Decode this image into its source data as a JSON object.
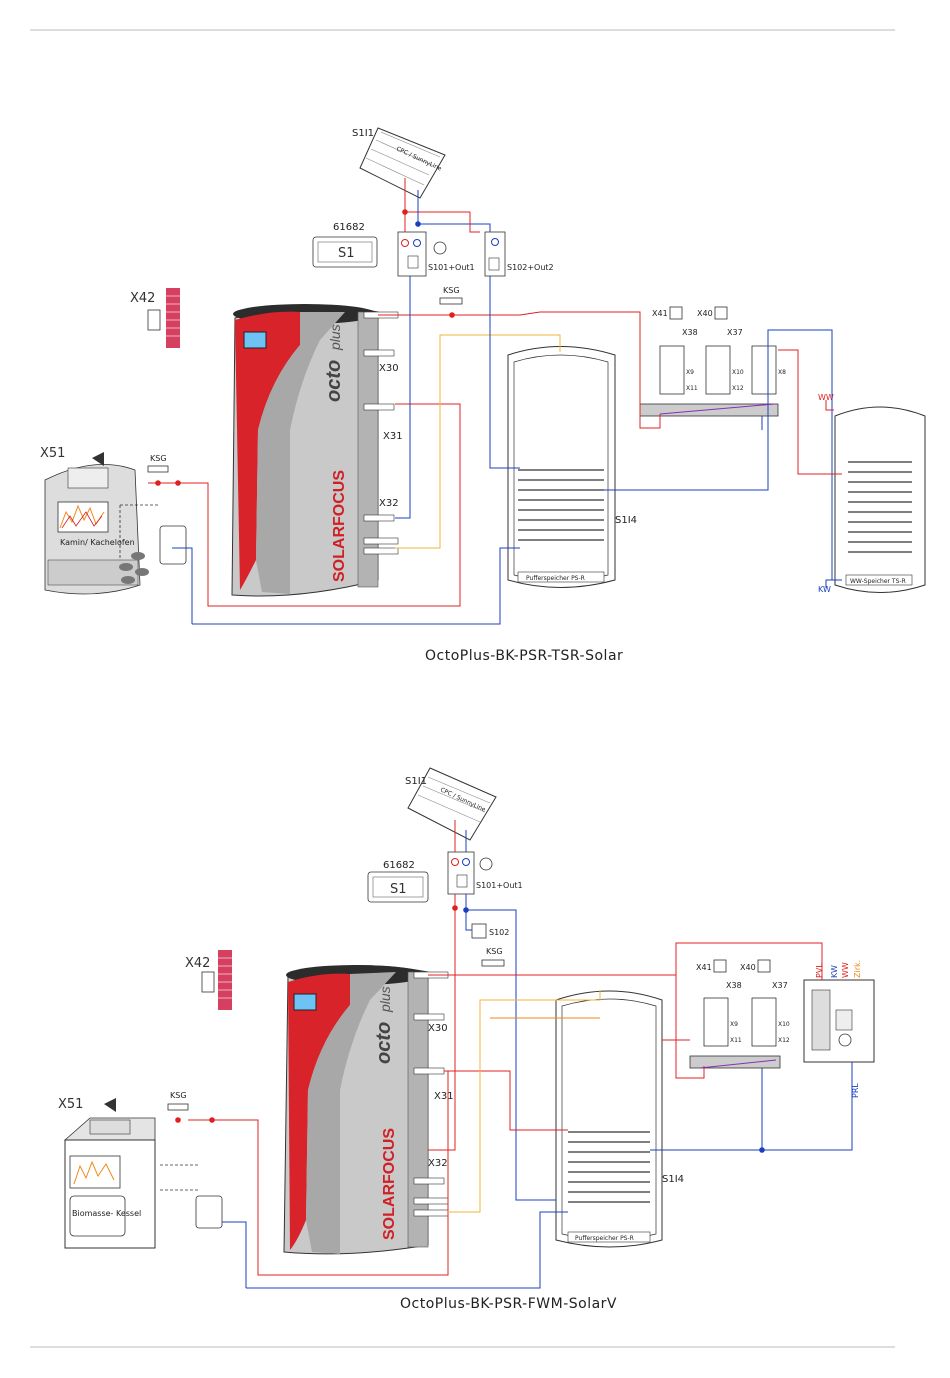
{
  "diagram1": {
    "caption": "OctoPlus-BK-PSR-TSR-Solar",
    "collector_label": "S1I1",
    "collector_text": "CPC / SunnyLine",
    "controller_code": "61682",
    "controller_label": "S1",
    "station1_label": "S101+Out1",
    "station2_label": "S102+Out2",
    "ksg1": "KSG",
    "ksg2": "KSG",
    "x42": "X42",
    "x51": "X51",
    "x41": "X41",
    "x40": "X40",
    "x38": "X38",
    "x37": "X37",
    "x9": "X9",
    "x11": "X11",
    "x10": "X10",
    "x12": "X12",
    "x8": "X8",
    "x30": "X30",
    "x31": "X31",
    "x32": "X32",
    "s1i4": "S1I4",
    "ww": "WW",
    "kw": "KW",
    "stove_label": "Kamin/ Kachelofen",
    "buffer_label": "Pufferspeicher PS-R",
    "dhw_label": "WW-Speicher TS-R",
    "brand": "SOLARFOCUS",
    "octo": "octo",
    "plus": "plus"
  },
  "diagram2": {
    "caption": "OctoPlus-BK-PSR-FWM-SolarV",
    "collector_label": "S1I1",
    "collector_text": "CPC / SunnyLine",
    "controller_code": "61682",
    "controller_label": "S1",
    "station1_label": "S101+Out1",
    "s102": "S102",
    "ksg1": "KSG",
    "ksg2": "KSG",
    "x42": "X42",
    "x51": "X51",
    "x41": "X41",
    "x40": "X40",
    "x38": "X38",
    "x37": "X37",
    "x9": "X9",
    "x11": "X11",
    "x10": "X10",
    "x12": "X12",
    "x30": "X30",
    "x31": "X31",
    "x32": "X32",
    "s1i4": "S1I4",
    "pvl": "PVL",
    "ww": "WW",
    "kw": "KW",
    "zirk": "Zirk.",
    "prl": "PRL",
    "boiler_label": "Biomasse- Kessel",
    "buffer_label": "Pufferspeicher PS-R",
    "brand": "SOLARFOCUS",
    "octo": "octo",
    "plus": "plus"
  }
}
